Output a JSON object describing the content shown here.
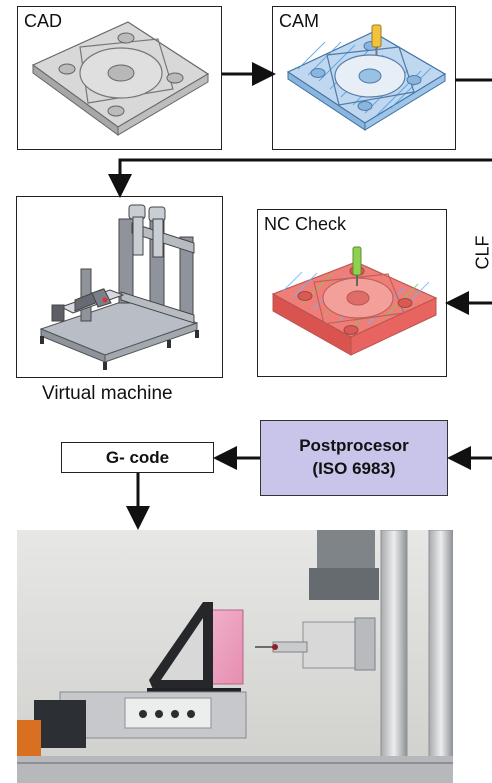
{
  "panels": {
    "cad": {
      "label": "CAD"
    },
    "cam": {
      "label": "CAM"
    },
    "nc_check": {
      "label": "NC Check"
    }
  },
  "captions": {
    "virtual_machine": "Virtual machine"
  },
  "boxes": {
    "gcode": "G- code",
    "postprocessor_line1": "Postprocesor",
    "postprocessor_line2": "(ISO 6983)"
  },
  "flow_labels": {
    "clf": "CLF"
  },
  "colors": {
    "postprocessor_fill": "#c8c4ea",
    "cam_toolpath": "#5aa7e6",
    "nc_stock": "#f07e78",
    "tool_yellow": "#f2c23a",
    "tool_green": "#8fd14f"
  },
  "icons": {
    "cad_model": "cad-model-icon",
    "cam_model": "cam-model-icon",
    "virtual_machine": "virtual-machine-icon",
    "nc_check_model": "nc-check-model-icon",
    "machine_photo": "machine-photo"
  }
}
